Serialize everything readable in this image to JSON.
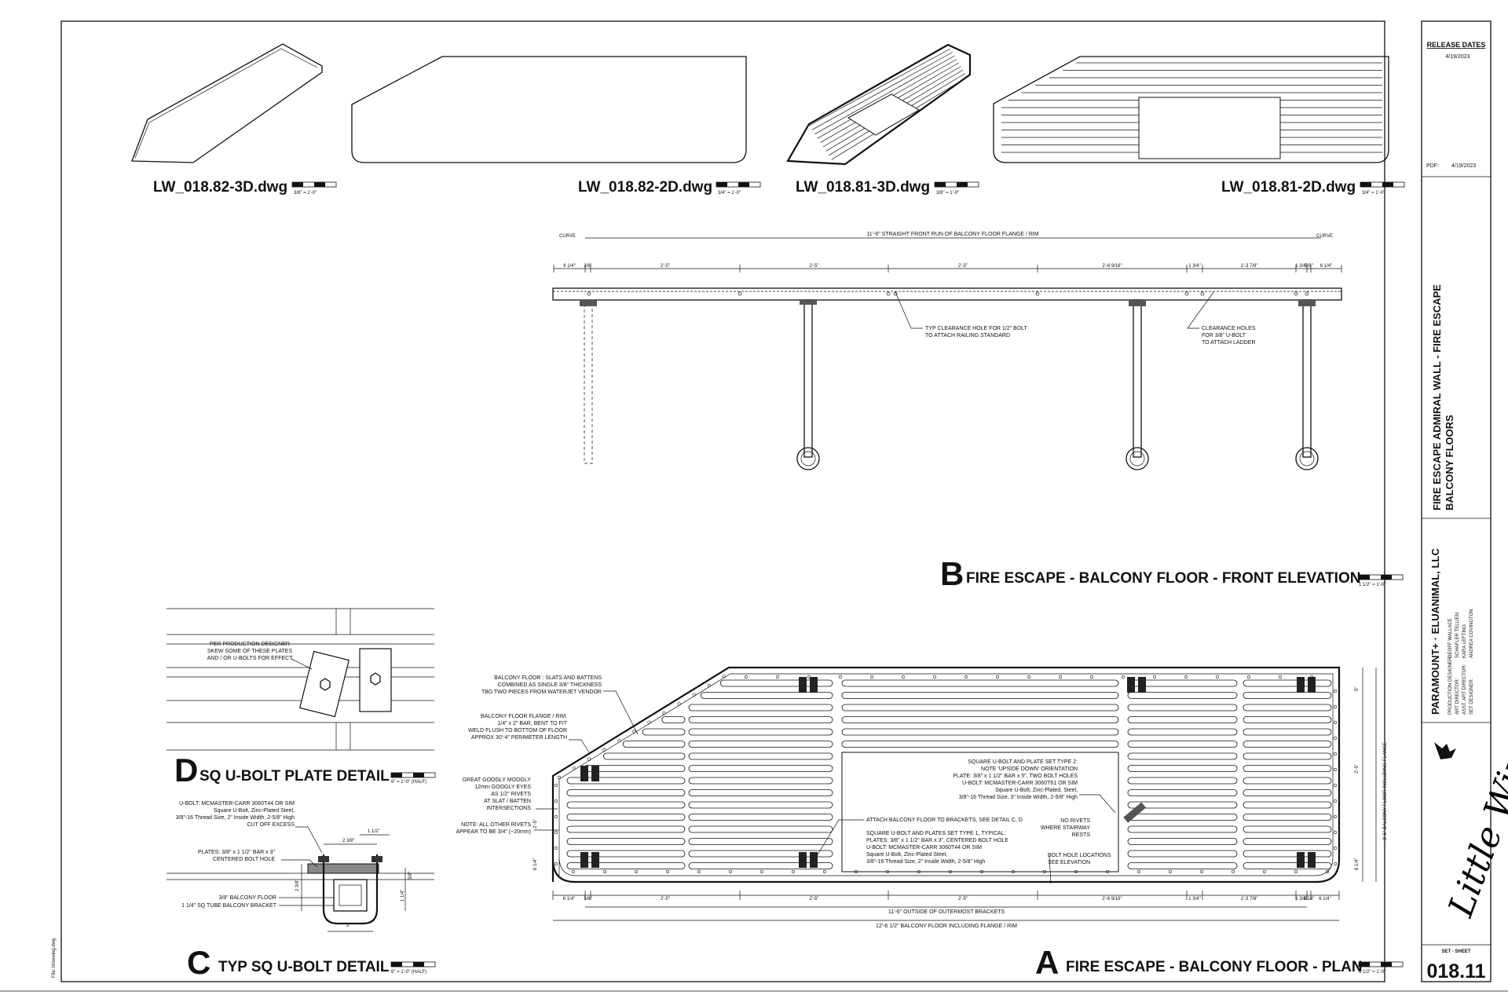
{
  "release": {
    "heading": "RELEASE DATES",
    "date": "4/19/2023",
    "pdf_label": "PDF:",
    "pdf_date": "4/19/2023"
  },
  "titleblock": {
    "sheet_title_1": "FIRE ESCAPE ADMIRAL WALL - FIRE ESCAPE",
    "sheet_title_2": "BALCONY FLOORS",
    "company": "PARAMOUNT+  ·  ELUANIMAL, LLC",
    "credits": [
      {
        "role": "PRODUCTION DESIGNER:",
        "name": "GEOFF WALLACE"
      },
      {
        "role": "ART DIRECTOR:",
        "name": "SCHAFLER TELLIEN"
      },
      {
        "role": "ASST. ART DIRECTOR:",
        "name": "KARA LEFTING"
      },
      {
        "role": "SET DESIGNER:",
        "name": "ANDREA COVINGTON"
      }
    ],
    "logo_text": "Little Wing",
    "set_sheet_label": "SET - SHEET",
    "sheet_number": "018.11"
  },
  "thumbnails": [
    {
      "file": "LW_018.82-3D.dwg",
      "scale": "3/8\" = 1'-0\""
    },
    {
      "file": "LW_018.82-2D.dwg",
      "scale": "3/4\" = 1'-0\""
    },
    {
      "file": "LW_018.81-3D.dwg",
      "scale": "3/8\" = 1'-0\""
    },
    {
      "file": "LW_018.81-2D.dwg",
      "scale": "3/4\" = 1'-0\""
    }
  ],
  "detail_b": {
    "letter": "B",
    "title": "FIRE ESCAPE - BALCONY FLOOR - FRONT ELEVATION",
    "scale": "1 1/2\" = 1'-0\"",
    "top_dim": "11'-6\" STRAIGHT FRONT RUN OF BALCONY FLOOR FLANGE / RIM",
    "curve": "CURVE",
    "dims": [
      "6 1/4\"",
      "3/8\"",
      "2'-5\"",
      "2'-5\"",
      "2'-5\"",
      "2'-6 9/16\"",
      "1 3/4\"",
      "1'-3 7/8\"",
      "1 3/4\"",
      "5/8\"",
      "6 1/4\""
    ],
    "note1": [
      "TYP CLEARANCE HOLE FOR 1/2\" BOLT",
      "TO ATTACH RAILING STANDARD"
    ],
    "note2": [
      "CLEARANCE HOLES",
      "FOR 3/8\" U-BOLT",
      "TO ATTACH LADDER"
    ]
  },
  "detail_d": {
    "letter": "D",
    "title": "SQ U-BOLT PLATE DETAIL",
    "scale": "6\" = 1'-0\" (HALF)",
    "note": [
      "PER PRODUCTION DESIGNER",
      "SKEW SOME OF THESE PLATES",
      "AND / OR U-BOLTS FOR EFFECT"
    ]
  },
  "detail_c": {
    "letter": "C",
    "title": "TYP SQ U-BOLT DETAIL",
    "scale": "6\" = 1'-0\" (HALF)",
    "note_ubolt": [
      "U-BOLT: MCMASTER-CARR 3060T44 OR SIM",
      "Square U-Bolt, Zinc-Plated Steel,",
      "3/8\"-16 Thread Size, 2\" Inside Width, 2-5/8\" High",
      "CUT OFF EXCESS"
    ],
    "note_plates": [
      "PLATES: 3/8\" x 1 1/2\" BAR x 3\"",
      "CENTERED BOLT HOLE"
    ],
    "note_floor": "3/8\" BALCONY FLOOR",
    "note_bracket": "1 1/4\" SQ TUBE BALCONY BRACKET",
    "dims": [
      "1 1/2\"",
      "2 3/8\"",
      "2 3/8\"",
      "1 1/4\"",
      "3/8\"",
      "2\"",
      "3/8\""
    ]
  },
  "detail_a": {
    "letter": "A",
    "title": "FIRE ESCAPE - BALCONY FLOOR - PLAN",
    "scale": "1 1/2\" = 1'-0\"",
    "note_slats": [
      "BALCONY FLOOR : SLATS AND BATTENS",
      "COMBINED AS SINGLE 3/8\" THICKNESS",
      "TBD TWO PIECES FROM WATERJET VENDOR"
    ],
    "note_flange": [
      "BALCONY FLOOR FLANGE / RIM:",
      "1/4\" x 2\" BAR, BENT TO FIT",
      "WELD FLUSH TO BOTTOM OF FLOOR",
      "APPROX 30'-4\" PERIMETER LENGTH"
    ],
    "note_eyes": [
      "GREAT GOOGLY MOOGLY",
      "12mm GOOGLY EYES",
      "AS 1/2\" RIVETS",
      "AT SLAT / BATTEN",
      "INTERSECTIONS"
    ],
    "note_rivets": [
      "NOTE: ALL OTHER RIVETS",
      "APPEAR TO BE 3/4\" (~20mm)"
    ],
    "note_attach": "ATTACH BALCONY FLOOR TO BRACKETS, SEE DETAIL C, D",
    "note_type1": [
      "SQUARE U-BOLT AND PLATES SET TYPE 1, TYPICAL:",
      "PLATES: 3/8\" x 1 1/2\" BAR x 3\", CENTERED BOLT HOLE",
      "U-BOLT: MCMASTER-CARR 3060T44 OR SIM",
      "Square U-Bolt, Zinc-Plated Steel,",
      "3/8\"-16 Thread Size, 2\" Inside Width, 2-5/8\" High"
    ],
    "note_type2": [
      "SQUARE U-BOLT AND PLATE SET TYPE 2:",
      "NOTE 'UPSIDE DOWN' ORIENTATION",
      "PLATE: 3/8\" x 1 1/2\" BAR x 5\", TWO BOLT HOLES",
      "U-BOLT: MCMASTER-CARR 3060T61 OR SIM",
      "Square U-Bolt, Zinc-Plated, Steel,",
      "3/8\"-16 Thread Size, 3\" Inside Width, 2-5/8\" High"
    ],
    "note_norivets": [
      "NO RIVETS",
      "WHERE STAIRWAY",
      "RESTS"
    ],
    "note_holes": [
      "BOLT HOLE LOCATIONS",
      "SEE ELEVATION"
    ],
    "dims": [
      "6 1/4\"",
      "3/8\"",
      "2'-5\"",
      "2'-5\"",
      "2'-5\"",
      "2'-6 9/16\"",
      "1 3/4\"",
      "1'-3 7/8\"",
      "1 3/4\"",
      "5/16\"",
      "6 1/4\""
    ],
    "dim_outer": "11'-6\" OUTSIDE OF OUTERMOST BRACKETS",
    "dim_total": "12'-6 1/2\" BALCONY FLOOR INCLUDING FLANGE / RIM",
    "dim_side": "3'-5\" BALCONY FLOOR INCLUDING FLANGE",
    "side_dims": [
      "5\"",
      "2'-5\"",
      "6 1/4\"",
      "6 1/4\"",
      "2'-5\""
    ]
  },
  "margin_note": "File: lit/sewing.dwg"
}
